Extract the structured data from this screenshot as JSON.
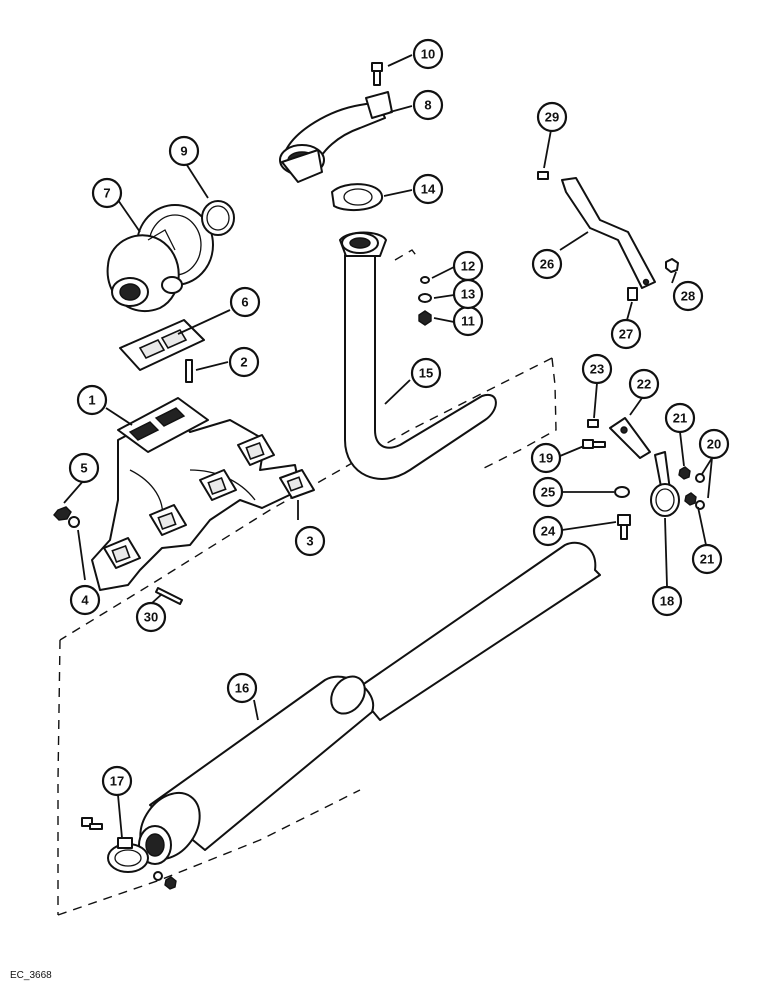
{
  "figure": {
    "reference_code": "EC_3668"
  },
  "callouts": [
    {
      "id": "callout-1",
      "label": "1"
    },
    {
      "id": "callout-2",
      "label": "2"
    },
    {
      "id": "callout-3",
      "label": "3"
    },
    {
      "id": "callout-4",
      "label": "4"
    },
    {
      "id": "callout-5",
      "label": "5"
    },
    {
      "id": "callout-6",
      "label": "6"
    },
    {
      "id": "callout-7",
      "label": "7"
    },
    {
      "id": "callout-8",
      "label": "8"
    },
    {
      "id": "callout-9",
      "label": "9"
    },
    {
      "id": "callout-10",
      "label": "10"
    },
    {
      "id": "callout-11",
      "label": "11"
    },
    {
      "id": "callout-12",
      "label": "12"
    },
    {
      "id": "callout-13",
      "label": "13"
    },
    {
      "id": "callout-14",
      "label": "14"
    },
    {
      "id": "callout-15",
      "label": "15"
    },
    {
      "id": "callout-16",
      "label": "16"
    },
    {
      "id": "callout-17",
      "label": "17"
    },
    {
      "id": "callout-18",
      "label": "18"
    },
    {
      "id": "callout-19",
      "label": "19"
    },
    {
      "id": "callout-20",
      "label": "20"
    },
    {
      "id": "callout-21a",
      "label": "21"
    },
    {
      "id": "callout-21b",
      "label": "21"
    },
    {
      "id": "callout-22",
      "label": "22"
    },
    {
      "id": "callout-23",
      "label": "23"
    },
    {
      "id": "callout-24",
      "label": "24"
    },
    {
      "id": "callout-25",
      "label": "25"
    },
    {
      "id": "callout-26",
      "label": "26"
    },
    {
      "id": "callout-27",
      "label": "27"
    },
    {
      "id": "callout-28",
      "label": "28"
    },
    {
      "id": "callout-29",
      "label": "29"
    },
    {
      "id": "callout-30",
      "label": "30"
    }
  ]
}
